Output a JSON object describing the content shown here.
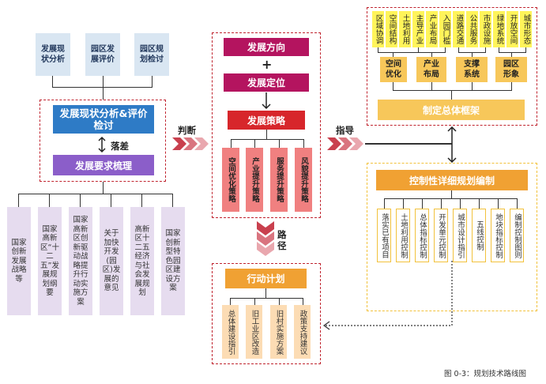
{
  "left": {
    "top_boxes": [
      "发展现状分析",
      "园区发展评价",
      "园区规划检讨"
    ],
    "analysis_box": "发展现状分析&评价检讨",
    "gap_label": "落差",
    "requirement_box": "发展要求梳理",
    "sources": [
      "国家创新发展战略等",
      "国家高新区“十二五”发展规划纲要",
      "国家高新区创新驱动战略提升行动实施方案",
      "关于加快开发(园区)发展的意见",
      "高新区十二五经济与社会发展规划",
      "国家创新型特色园区建设方案"
    ]
  },
  "middle": {
    "direction": "发展方向",
    "plus": "+",
    "positioning": "发展定位",
    "strategy": "发展策略",
    "strategies": [
      "空间优化策略",
      "产业提升策略",
      "服务提升策略",
      "风貌提升策略"
    ],
    "path_label": "路径",
    "action": "行动计划",
    "actions": [
      "总体建设指引",
      "旧工业区改造",
      "旧村实施方案",
      "政策支持建议"
    ]
  },
  "connectors": {
    "judge": "判断",
    "guide": "指导"
  },
  "right": {
    "factors": [
      "区域协调",
      "空间结构",
      "土地利用",
      "主导产业",
      "产业布局",
      "入园门槛",
      "道路交通",
      "公共服务",
      "市政设施",
      "绿地系统",
      "开放空间",
      "城市形态"
    ],
    "groups": [
      "空间优化",
      "产业布局",
      "支撑系统",
      "园区形象"
    ],
    "framework": "制定总体框架",
    "detailed": "控制性详细规划编制",
    "details": [
      "落实已有项目",
      "土地利用控制",
      "总体指标控制",
      "开发单元控制",
      "城市设计指引",
      "五线控制",
      "地块指标控制",
      "编制控制图则"
    ]
  },
  "caption": "图 0-3：规划技术路线图",
  "colors": {
    "blue": "#2e7bc6",
    "purple": "#8b5ec9",
    "magenta": "#b4145f",
    "red": "#d7262b",
    "orange": "#f0a133",
    "dashed_border": "#c0242f"
  }
}
